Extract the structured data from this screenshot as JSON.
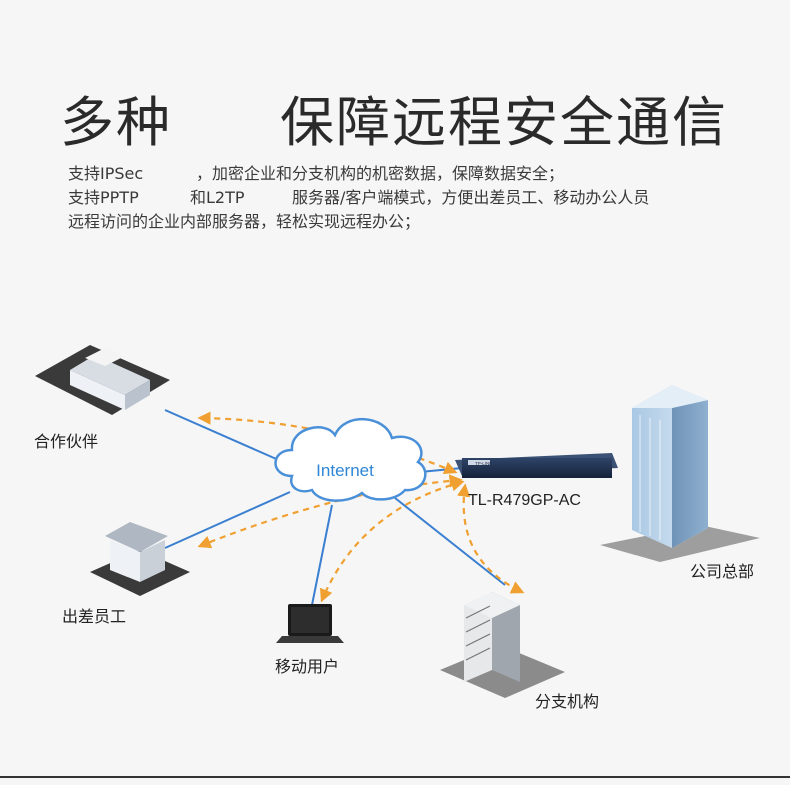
{
  "headline": {
    "part1": "多种",
    "part2": "保障远程安全通信"
  },
  "description": {
    "line1": {
      "a": "支持IPSec",
      "b": "，加密企业和分支机构的机密数据，保障数据安全；"
    },
    "line2": {
      "a": "支持PPTP",
      "b": "和L2TP",
      "c": "服务器/客户端模式，方便出差员工、移动办公人员"
    },
    "line3": "远程访问的企业内部服务器，轻松实现远程办公；"
  },
  "diagram": {
    "cloud_label": "Internet",
    "router_model": "TL-R479GP-AC",
    "router_brand": "TP-LINK",
    "nodes": {
      "partner": "合作伙伴",
      "traveling_staff": "出差员工",
      "mobile_user": "移动用户",
      "branch": "分支机构",
      "headquarters": "公司总部"
    },
    "colors": {
      "link": "#3a7fd0",
      "vpn_tunnel": "#f0a030",
      "cloud_stroke": "#4a90d9",
      "cloud_text": "#2f86d6",
      "router_body": "#1f2e4a"
    }
  }
}
